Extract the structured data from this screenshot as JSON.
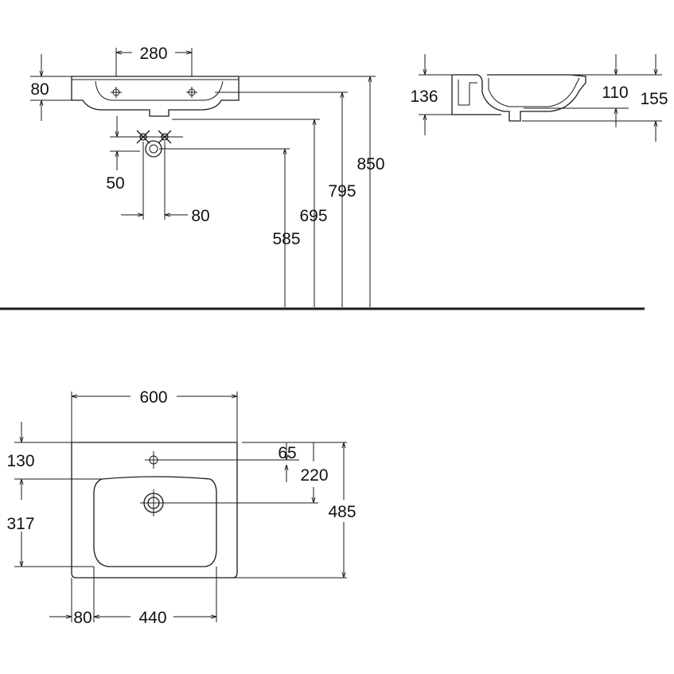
{
  "front_view": {
    "tap_spacing": "280",
    "rim_height": "80",
    "tap_offset": "50",
    "drain_offset": "80",
    "h_585": "585",
    "h_695": "695",
    "h_795": "795",
    "h_850": "850"
  },
  "side_view": {
    "d_136": "136",
    "d_110": "110",
    "d_155": "155"
  },
  "plan_view": {
    "width": "600",
    "tap_to_back": "130",
    "bowl_depth": "317",
    "tap_hole_dia": "65",
    "drain_from_back": "220",
    "total_depth": "485",
    "left_margin": "80",
    "bowl_width": "440"
  }
}
